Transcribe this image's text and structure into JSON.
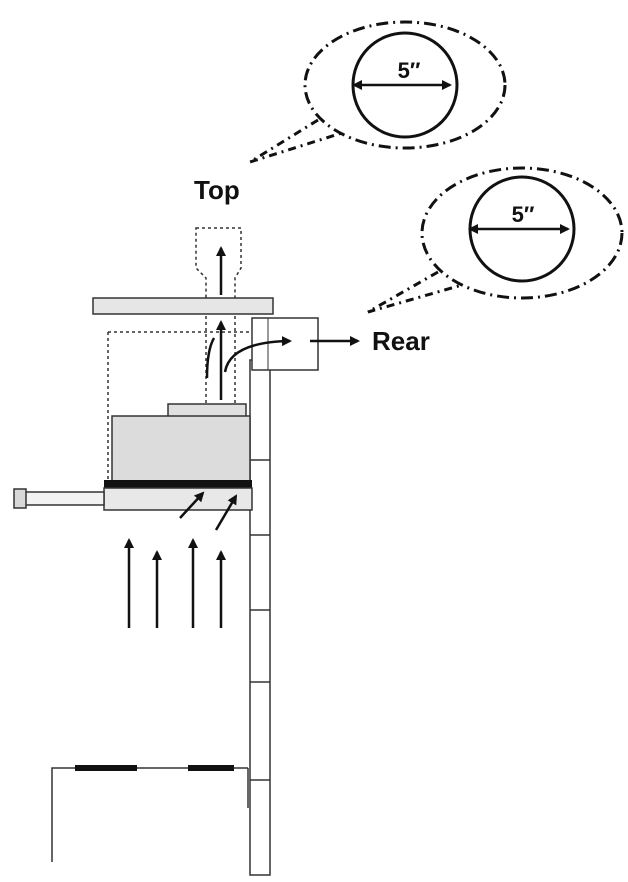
{
  "labels": {
    "top": "Top",
    "rear": "Rear"
  },
  "callouts": {
    "top_diameter": "5″",
    "rear_diameter": "5″"
  },
  "colors": {
    "ink": "#111111",
    "hood_body": "#dcdcdc",
    "shelf": "#e6e6e6"
  }
}
